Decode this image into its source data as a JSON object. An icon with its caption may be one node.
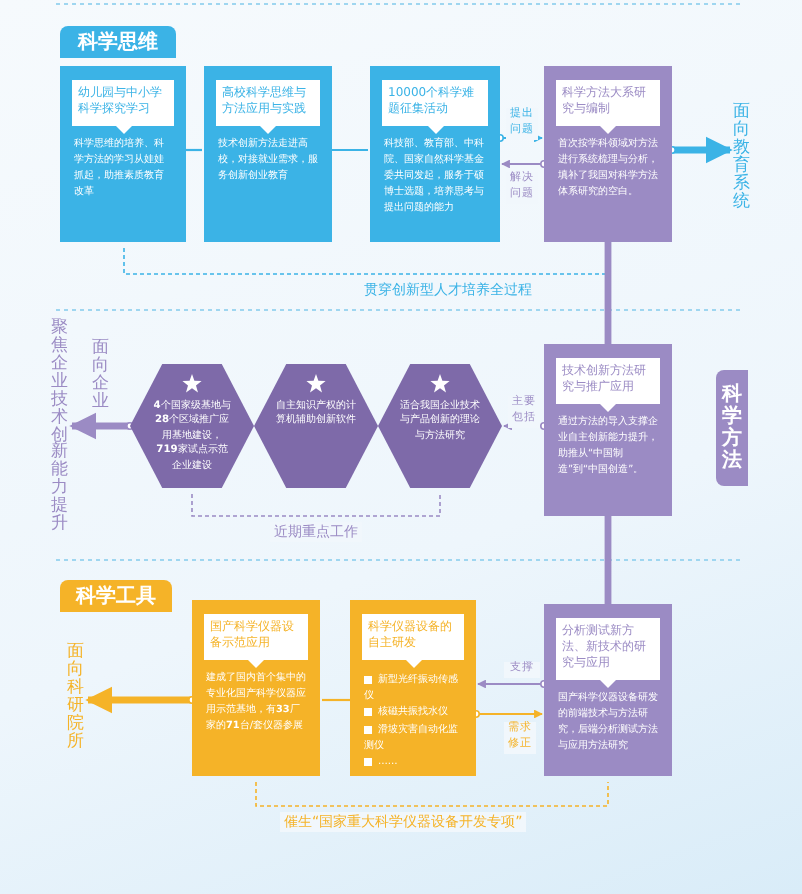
{
  "diagram": {
    "nodes": [
      {
        "text": [
          "科学思维"
        ]
      },
      {
        "text": [
          "幼儿园与中小学科学探究学习",
          "科学思维的培养、科学方法的学习从娃娃抓起，助推素质教育改革"
        ]
      },
      {
        "text": [
          "高校科学思维与方法应用与实践",
          "技术创新方法走进高校，对接就业需求，服务创新创业教育"
        ]
      },
      {
        "text": [
          "10000个科学难题征集活动",
          "科技部、教育部、中科院、国家自然科学基金委共同发起，服务于硕博士选题，培养思考与提出问题的能力"
        ]
      },
      {
        "text": [
          "科学方法大系研究与编制",
          "首次按学科领域对方法进行系统梳理与分析，填补了我国对科学方法体系研究的空白。"
        ]
      },
      {
        "text": [
          "面向教育系统"
        ]
      },
      {
        "text": [
          "技术创新方法研究与推广应用",
          "通过方法的导入支撑企业自主创新能力提升，助推从“中国制造”到“中国创造”。"
        ]
      },
      {
        "text": [
          "科学方法"
        ]
      },
      {
        "text": [
          "聚焦企业技术创新能力提升"
        ]
      },
      {
        "text": [
          "**4**个国家级基地与**28**个区域推广应用基地建设，**719**家试点示范企业建设"
        ]
      },
      {
        "text": [
          "自主知识产权的计算机辅助创新软件"
        ]
      },
      {
        "text": [
          "适合我国企业技术与产品创新的理论与方法研究"
        ]
      },
      {
        "text": [
          "科学工具"
        ]
      },
      {
        "text": [
          "面向科研院所"
        ]
      },
      {
        "text": [
          "国产科学仪器设备示范应用",
          "建成了国内首个集中的专业化国产科学仪器应用示范基地，有**33**厂家的**71**台/套仪器参展"
        ]
      },
      {
        "text": [
          "科学仪器设备的自主研发",
          "新型光纤振动传感仪",
          "核磁共振找水仪",
          "滑坡灾害自动化监测仪",
          "……"
        ]
      },
      {
        "text": [
          "分析测试新方法、新技术的研究与应用",
          "国产科学仪器设备研发的前端技术与方法研究，后端分析测试方法与应用方法研究"
        ]
      }
    ],
    "edges": [
      {
        "from": 1,
        "to": 2,
        "arrow": "none",
        "color": "#3bb3e6"
      },
      {
        "from": 2,
        "to": 3,
        "arrow": "none",
        "color": "#3bb3e6"
      },
      {
        "from": 3,
        "to": 4,
        "arrow": "to",
        "label": "提出问题",
        "color": "#3bb3e6"
      },
      {
        "from": 4,
        "to": 3,
        "arrow": "to",
        "label": "解决问题"
      },
      {
        "from": 4,
        "to": 5,
        "arrow": "to",
        "style": "thick",
        "color": "#3bb3e6"
      },
      {
        "from": 4,
        "to": 6,
        "arrow": "none",
        "style": "thick"
      },
      {
        "from": 6,
        "to": 16,
        "arrow": "none",
        "style": "thick"
      },
      {
        "from": 6,
        "to": 11,
        "arrow": "to",
        "label": "主要包括"
      },
      {
        "from": 9,
        "to": 8,
        "arrow": "to",
        "label": "面向企业",
        "style": "thick"
      },
      {
        "from": 14,
        "to": 13,
        "arrow": "to",
        "style": "thick",
        "color": "#f5b328"
      },
      {
        "from": 15,
        "to": 14,
        "arrow": "none",
        "color": "#f5b328"
      },
      {
        "from": 16,
        "to": 15,
        "arrow": "to",
        "label": "支撑"
      },
      {
        "from": 15,
        "to": 16,
        "arrow": "to",
        "label": "需求修正",
        "color": "#f5b328"
      }
    ],
    "labels": [
      "贯穿创新型人才培养全过程",
      "近期重点工作",
      "催生“国家重大科学仪器设备开发专项”"
    ]
  }
}
